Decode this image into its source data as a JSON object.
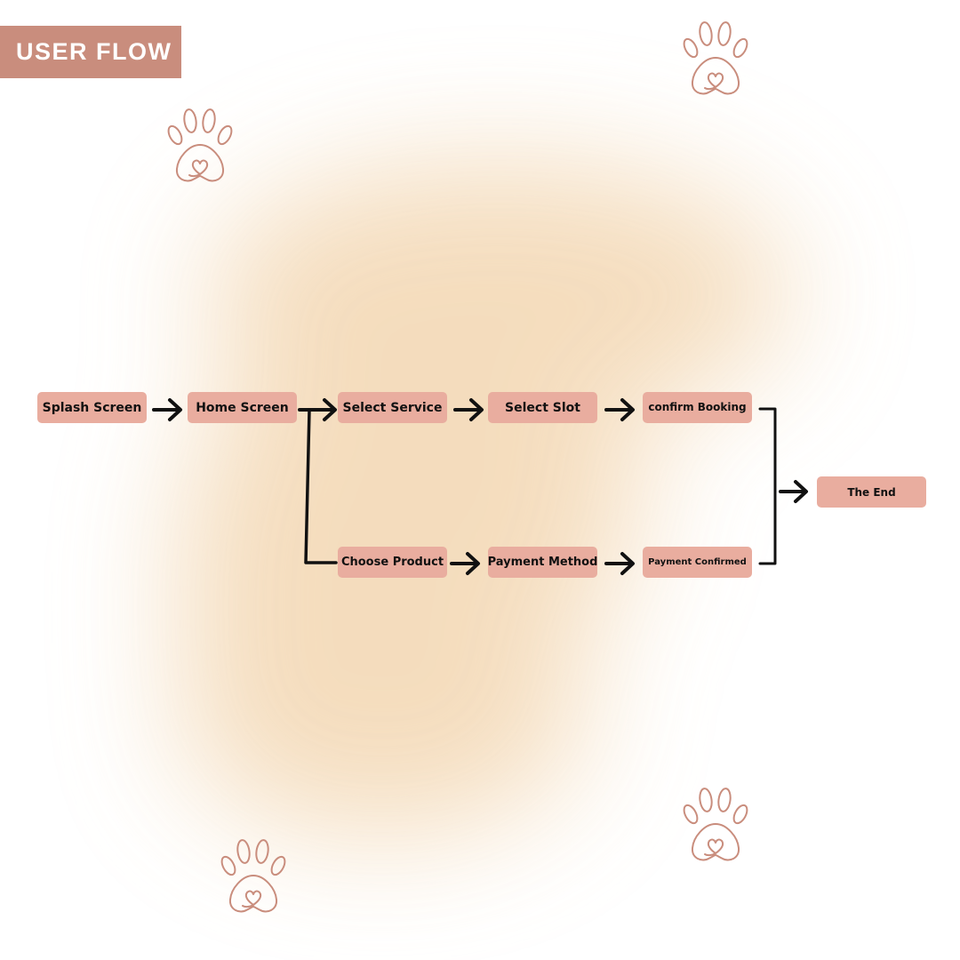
{
  "header": {
    "title": "USER FLOW"
  },
  "flow": {
    "nodes": {
      "splash": "Splash Screen",
      "home": "Home Screen",
      "select_service": "Select Service",
      "select_slot": "Select Slot",
      "confirm_booking": "confirm Booking",
      "choose_product": "Choose Product",
      "payment_method": "Payment Method",
      "payment_confirmed": "Payment Confirmed",
      "the_end": "The End"
    }
  },
  "icons": [
    "paw-heart-icon",
    "paw-heart-icon",
    "paw-heart-icon",
    "paw-heart-icon"
  ],
  "colors": {
    "banner": "#c98d7d",
    "node_fill": "#e9ad9f",
    "paw_stroke": "#c98d7d",
    "connector": "#111111",
    "glow": "#f1d1a8"
  }
}
